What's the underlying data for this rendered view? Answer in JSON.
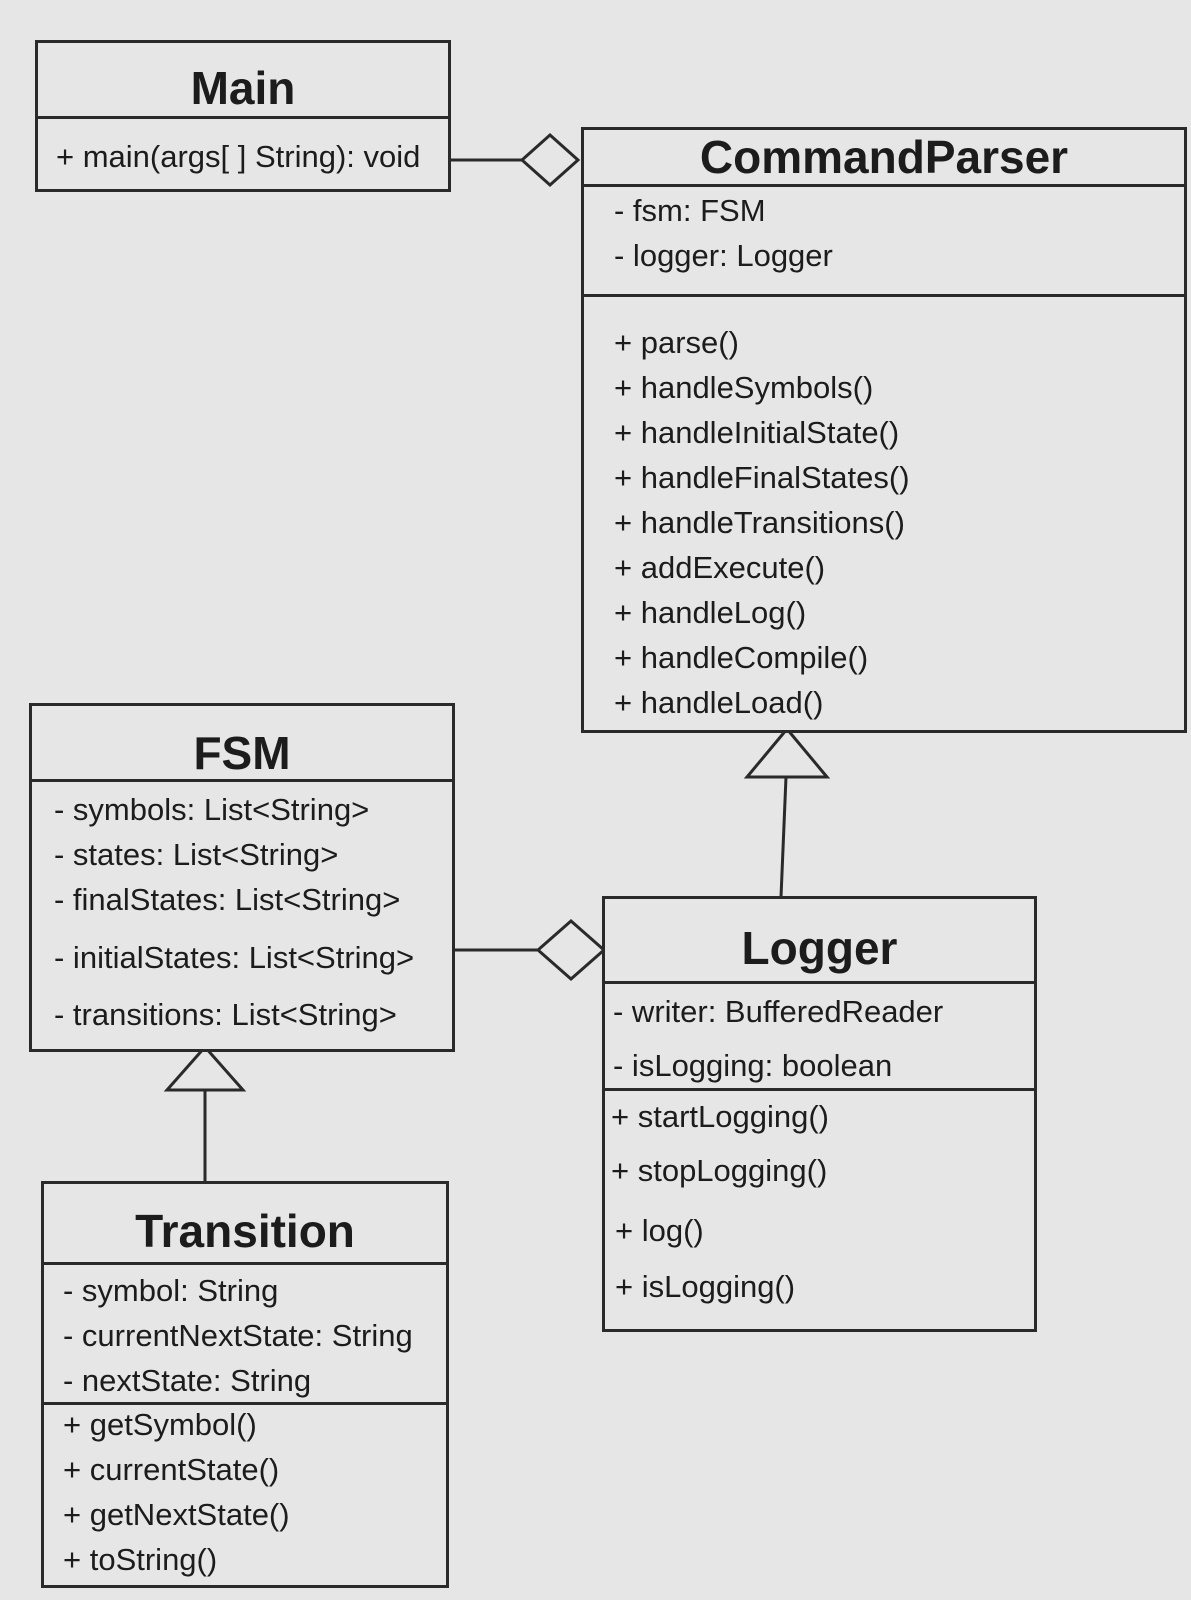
{
  "classes": {
    "main": {
      "name": "Main",
      "methods": [
        "+ main(args[ ] String): void"
      ]
    },
    "command_parser": {
      "name": "CommandParser",
      "attributes": [
        "- fsm: FSM",
        "- logger: Logger"
      ],
      "methods": [
        "+ parse()",
        "+ handleSymbols()",
        "+ handleInitialState()",
        "+ handleFinalStates()",
        "+ handleTransitions()",
        "+ addExecute()",
        "+ handleLog()",
        "+ handleCompile()",
        "+ handleLoad()"
      ]
    },
    "fsm": {
      "name": "FSM",
      "attributes": [
        "- symbols: List<String>",
        "- states: List<String>",
        "- finalStates: List<String>",
        "- initialStates: List<String>",
        "- transitions: List<String>"
      ]
    },
    "logger": {
      "name": "Logger",
      "attributes": [
        "- writer: BufferedReader",
        "- isLogging: boolean"
      ],
      "methods": [
        "+ startLogging()",
        "+ stopLogging()",
        "+ log()",
        "+ isLogging()"
      ]
    },
    "transition": {
      "name": "Transition",
      "attributes": [
        "- symbol: String",
        "- currentNextState: String",
        "- nextState: String"
      ],
      "methods": [
        "+ getSymbol()",
        "+ currentState()",
        "+ getNextState()",
        "+ toString()"
      ]
    }
  },
  "relationships": [
    {
      "type": "aggregation",
      "from": "Main",
      "to": "CommandParser"
    },
    {
      "type": "aggregation",
      "from": "FSM",
      "to": "Logger"
    },
    {
      "type": "generalization",
      "from": "Logger",
      "to": "CommandParser"
    },
    {
      "type": "generalization",
      "from": "Transition",
      "to": "FSM"
    }
  ]
}
